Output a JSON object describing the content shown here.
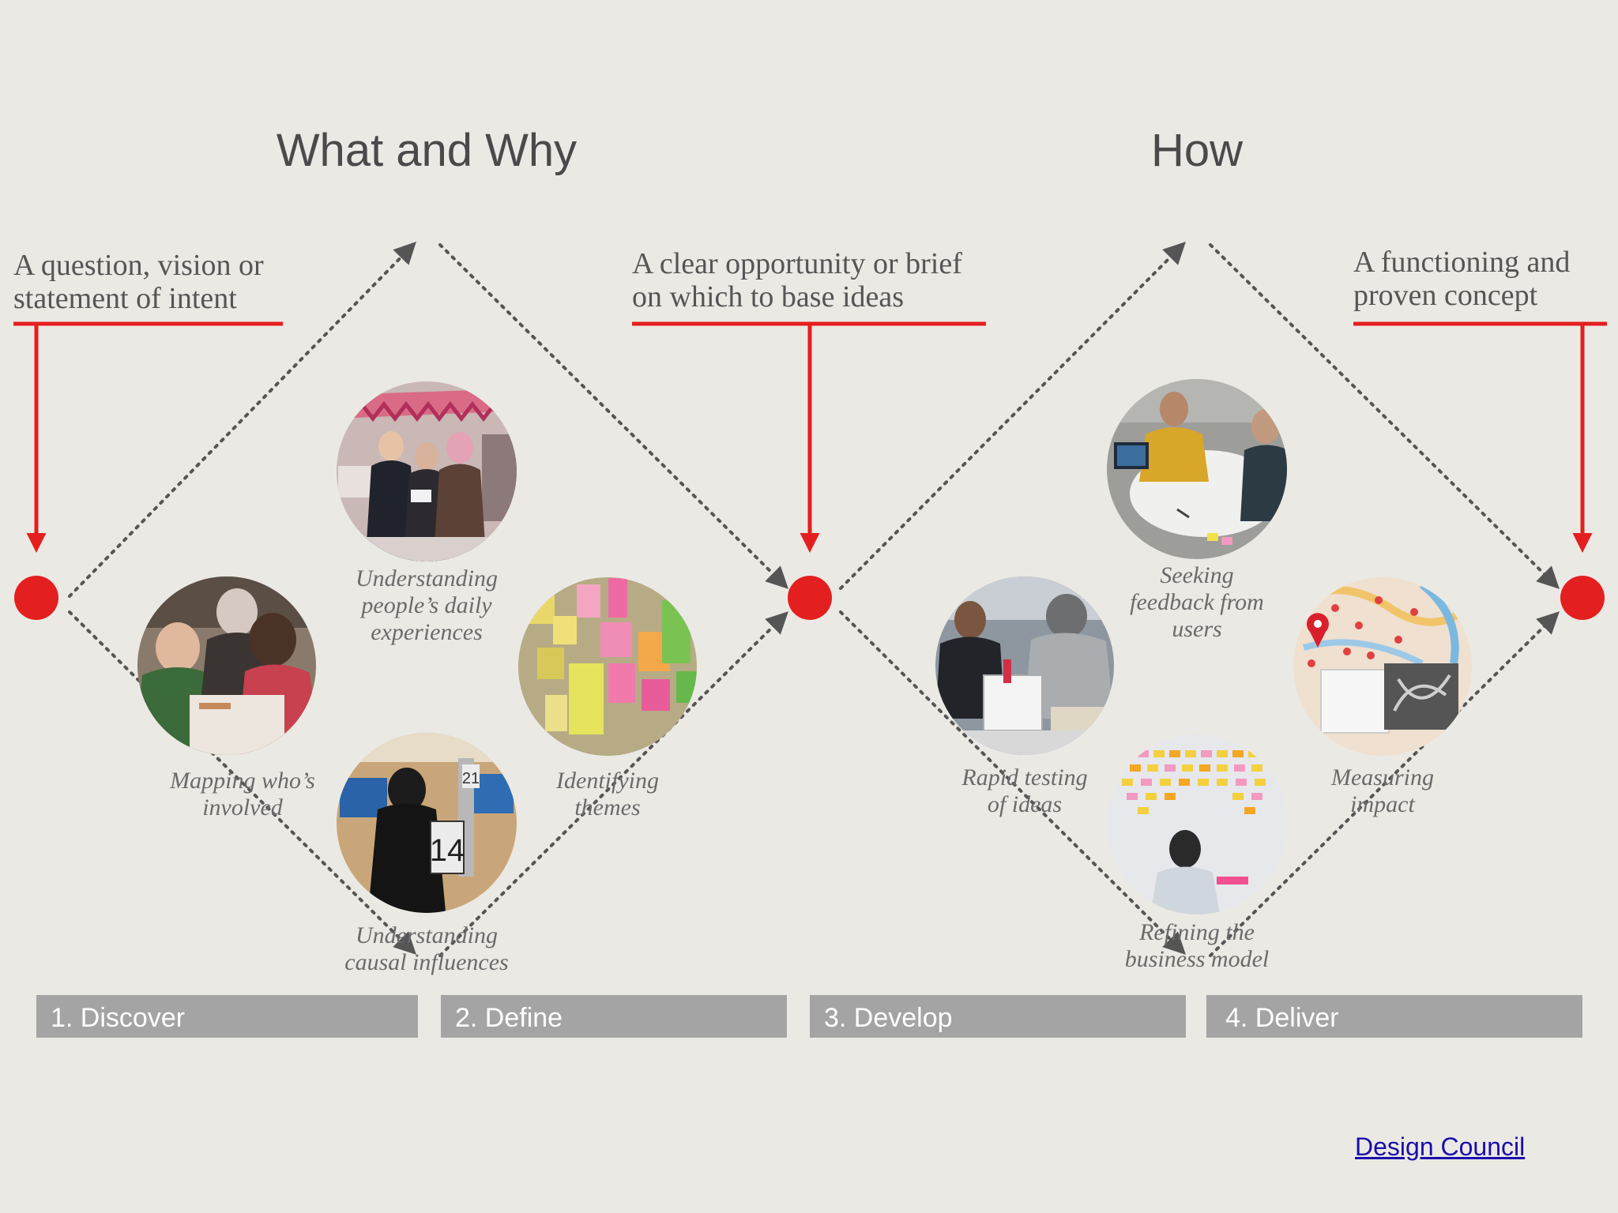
{
  "headers": {
    "what_why": "What and Why",
    "how": "How"
  },
  "inputs": {
    "start": [
      "A question, vision or",
      "statement of intent"
    ],
    "middle": [
      "A clear opportunity or brief",
      "on which to base ideas"
    ],
    "end": [
      "A functioning and",
      "proven concept"
    ]
  },
  "activities": {
    "people_daily": [
      "Understanding",
      "people’s daily",
      "experiences"
    ],
    "mapping": [
      "Mapping who’s",
      "involved"
    ],
    "themes": [
      "Identifying",
      "themes"
    ],
    "causal": [
      "Understanding",
      "causal influences"
    ],
    "feedback": [
      "Seeking",
      "feedback from",
      "users"
    ],
    "rapid": [
      "Rapid testing",
      "of ideas"
    ],
    "measuring": [
      "Measuring",
      "impact"
    ],
    "refining": [
      "Refining the",
      "business model"
    ]
  },
  "photo_labels": {
    "booth_a": "21",
    "booth_b": "14"
  },
  "phases": [
    "1. Discover",
    "2. Define",
    "3. Develop",
    "4. Deliver"
  ],
  "credit": "Design Council",
  "colors": {
    "accent_red": "#e41f1f",
    "dotted_line": "#555555",
    "phase_bar": "#a4a4a4",
    "background": "#ebe9e4"
  }
}
